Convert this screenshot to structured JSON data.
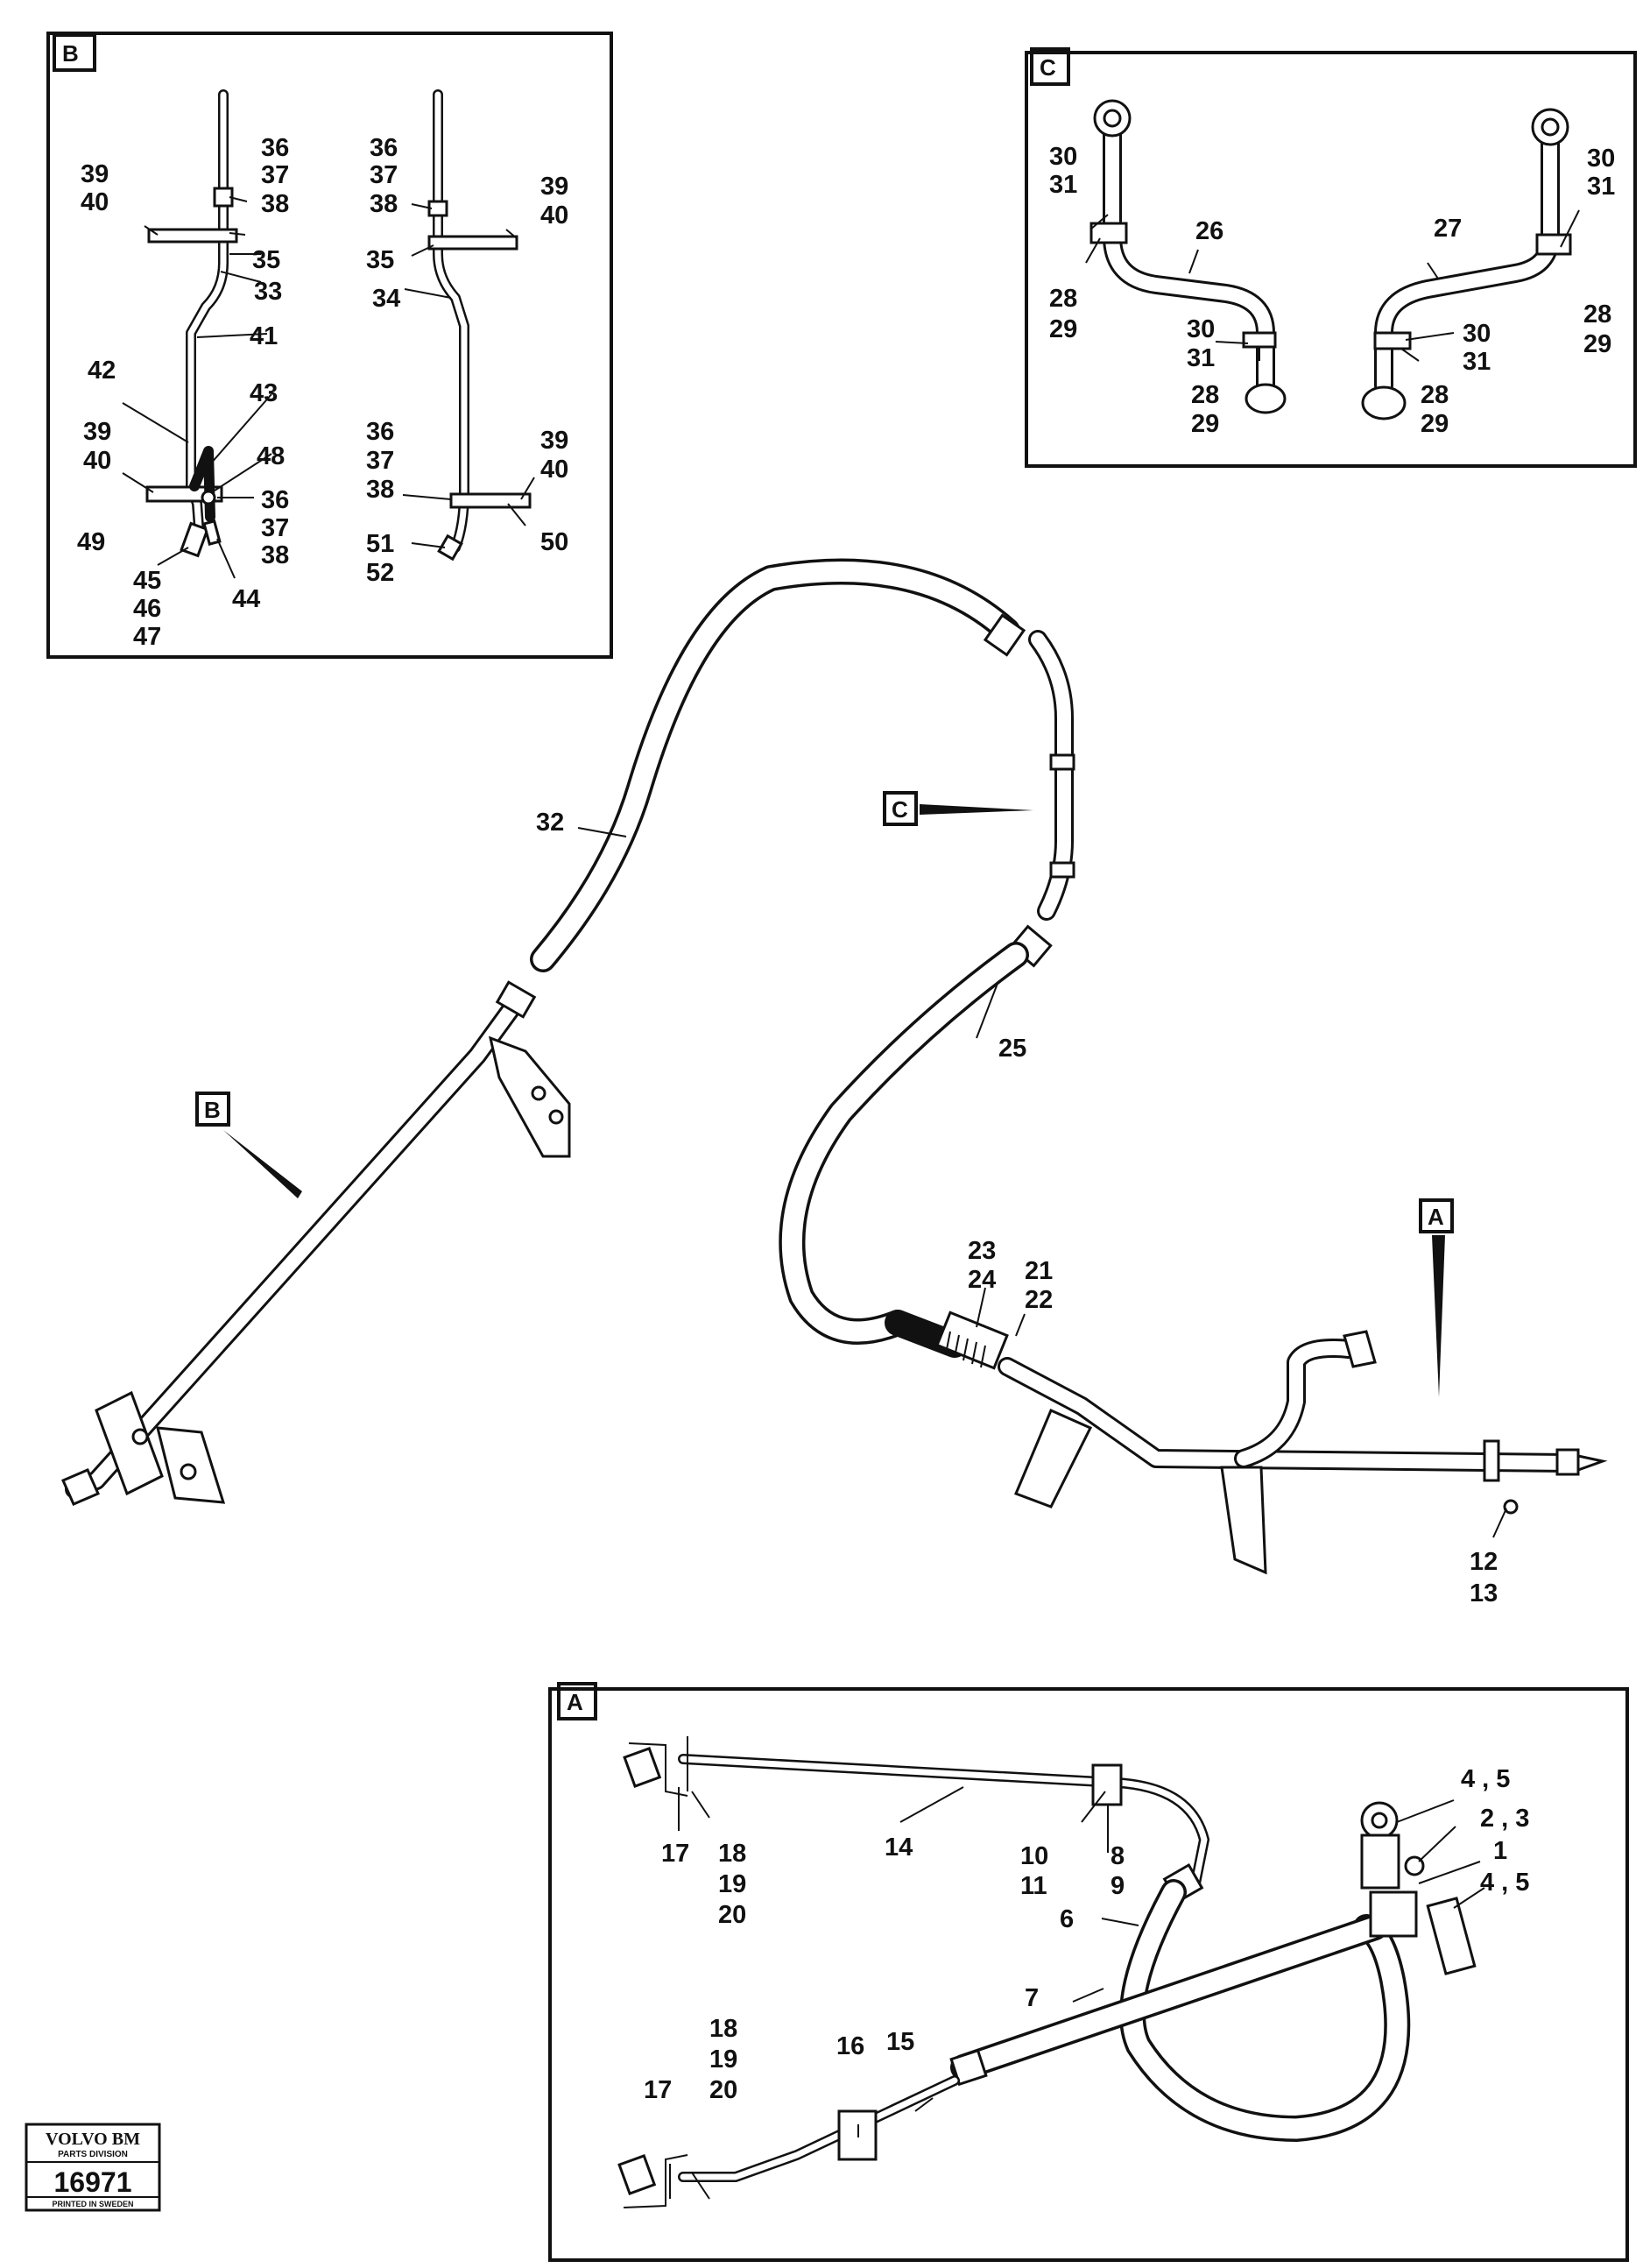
{
  "views": [
    {
      "id": "B",
      "label": "B"
    },
    {
      "id": "C",
      "label": "C"
    },
    {
      "id": "A",
      "label": "A"
    }
  ],
  "callouts": {
    "main_b": "B",
    "main_c": "C",
    "main_a": "A"
  },
  "labels": {
    "b_36": "36",
    "b_37": "37",
    "b_38": "38",
    "b_39": "39",
    "b_40": "40",
    "b_35": "35",
    "b_33": "33",
    "b_36b": "36",
    "b_37b": "37",
    "b_38b": "38",
    "b_39b": "39",
    "b_40b": "40",
    "b_35b": "35",
    "b_34": "34",
    "b_41": "41",
    "b_42": "42",
    "b_43": "43",
    "b_39c": "39",
    "b_40c": "40",
    "b_48": "48",
    "b_36c": "36",
    "b_37c": "37",
    "b_38c": "38",
    "b_49": "49",
    "b_45": "45",
    "b_46": "46",
    "b_47": "47",
    "b_44": "44",
    "b_36d": "36",
    "b_37d": "37",
    "b_38d": "38",
    "b_39d": "39",
    "b_40d": "40",
    "b_50": "50",
    "b_51": "51",
    "b_52": "52",
    "c_30a": "30",
    "c_31a": "31",
    "c_26": "26",
    "c_28a": "28",
    "c_29a": "29",
    "c_30b": "30",
    "c_31b": "31",
    "c_28b": "28",
    "c_29b": "29",
    "c_30c": "30",
    "c_31c": "31",
    "c_27": "27",
    "c_28c": "28",
    "c_29c": "29",
    "c_30d": "30",
    "c_31d": "31",
    "c_28d": "28",
    "c_29d": "29",
    "m_32": "32",
    "m_25": "25",
    "m_23": "23",
    "m_24": "24",
    "m_21": "21",
    "m_22": "22",
    "m_12": "12",
    "m_13": "13",
    "a_45a": "4 , 5",
    "a_23": "2 , 3",
    "a_1": "1",
    "a_45b": "4 , 5",
    "a_17a": "17",
    "a_18a": "18",
    "a_19a": "19",
    "a_20a": "20",
    "a_14": "14",
    "a_10": "10",
    "a_11": "11",
    "a_8": "8",
    "a_9": "9",
    "a_6": "6",
    "a_7": "7",
    "a_18b": "18",
    "a_19b": "19",
    "a_20b": "20",
    "a_16": "16",
    "a_15": "15",
    "a_17b": "17"
  },
  "stamp": {
    "brand": "VOLVO BM",
    "division": "PARTS DIVISION",
    "number": "16971",
    "printed": "PRINTED IN SWEDEN"
  }
}
